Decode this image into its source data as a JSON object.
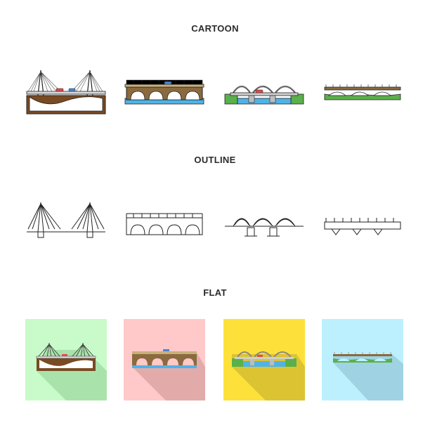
{
  "sections": {
    "cartoon": "CARTOON",
    "outline": "OUTLINE",
    "flat": "FLAT"
  },
  "icons": [
    "cable-stayed-bridge-icon",
    "stone-arch-bridge-icon",
    "steel-truss-arch-bridge-icon",
    "pedestrian-arch-bridge-icon"
  ],
  "colors": {
    "stroke": "#222222",
    "earth": "#7a4a23",
    "stone": "#8a6a3e",
    "water": "#4fb3e8",
    "grass": "#5ab04a",
    "tile_green": "#c8fbc9",
    "tile_pink": "#ffc9c9",
    "tile_yellow": "#fde13a",
    "tile_blue": "#bdf0ff"
  }
}
